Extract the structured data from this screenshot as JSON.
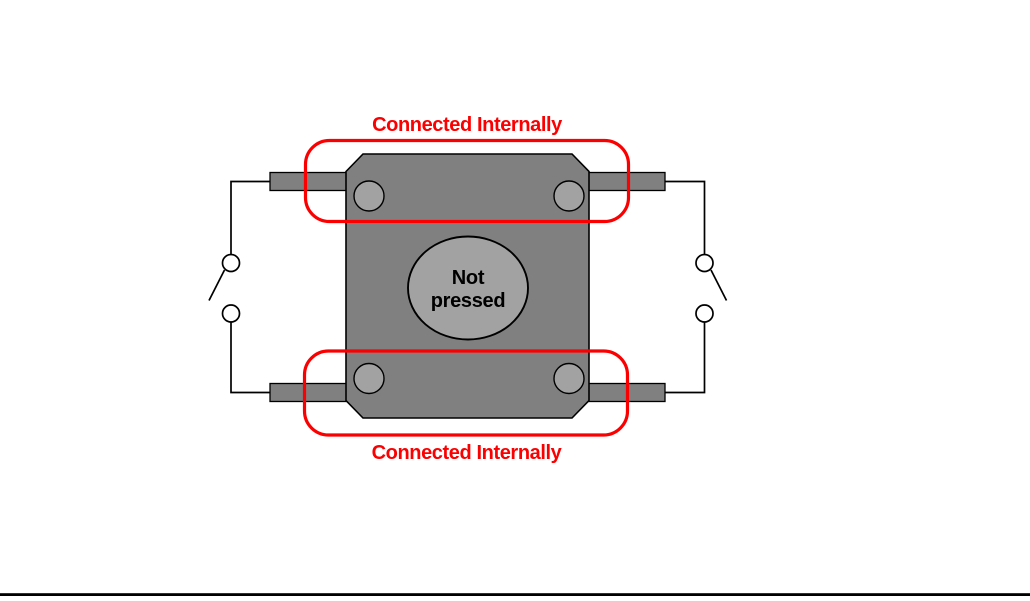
{
  "diagram": {
    "annotations": {
      "top_label": "Connected Internally",
      "bottom_label": "Connected Internally"
    },
    "button": {
      "state_line1": "Not",
      "state_line2": "pressed"
    },
    "colors": {
      "annotation_red": "#fb0000",
      "body_gray": "#808080",
      "pin_gray": "#808080",
      "contact_gray": "#a2a2a2",
      "wire_black": "#000000",
      "outline_black": "#000000",
      "background_white": "#ffffff"
    }
  }
}
